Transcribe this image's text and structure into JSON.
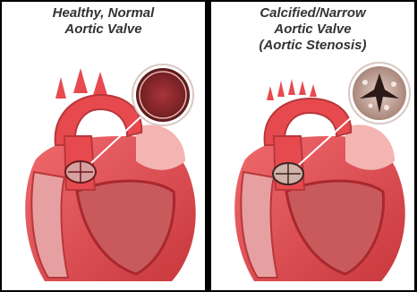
{
  "panels": [
    {
      "caption_lines": [
        "Healthy, Normal",
        "Aortic Valve"
      ],
      "valve_state": "healthy"
    },
    {
      "caption_lines": [
        "Calcified/Narrow",
        "Aortic Valve",
        "(Aortic Stenosis)"
      ],
      "valve_state": "calcified"
    }
  ],
  "colors": {
    "background": "#000000",
    "panel": "#ffffff",
    "heart_wall": "#e2484d",
    "chamber": "#c95a5c",
    "aorta": "#e74a4e",
    "arrow": "#e84a4f",
    "valve_zoom_healthy": "#8e2b2e",
    "valve_zoom_calcified": "#c7a79b"
  }
}
